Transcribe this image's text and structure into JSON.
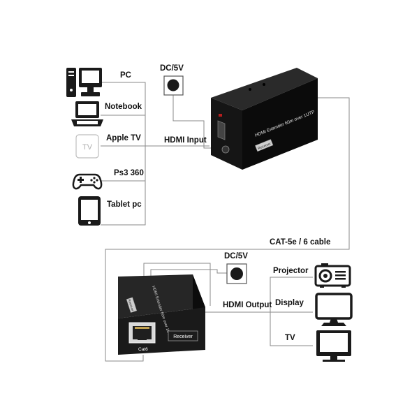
{
  "sources": {
    "pc": "PC",
    "notebook": "Notebook",
    "apple_tv": "Apple TV",
    "apple_tv_icon_text": "TV",
    "ps3": "Ps3 360",
    "tablet": "Tablet pc"
  },
  "transmitter": {
    "power_label": "DC/5V",
    "input_label": "HDMI Input",
    "device_text": "HDMI Extender 60m over 1UTP",
    "device_badge": "Receiver"
  },
  "cable_label": "CAT-5e / 6 cable",
  "receiver": {
    "power_label": "DC/5V",
    "output_label": "HDMI Output",
    "device_top_text": "HDMI Extender 60m over 1UTP",
    "device_badge": "Receiver",
    "front_button": "Receiver",
    "port_label": "Cat6"
  },
  "displays": {
    "projector": "Projector",
    "display": "Display",
    "tv": "TV"
  },
  "icons": [
    "pc-tower-icon",
    "monitor-icon",
    "notebook-icon",
    "tv-box-icon",
    "gamepad-icon",
    "tablet-icon",
    "power-jack-icon",
    "projector-icon",
    "display-icon",
    "tv-icon",
    "rj45-port-icon"
  ]
}
